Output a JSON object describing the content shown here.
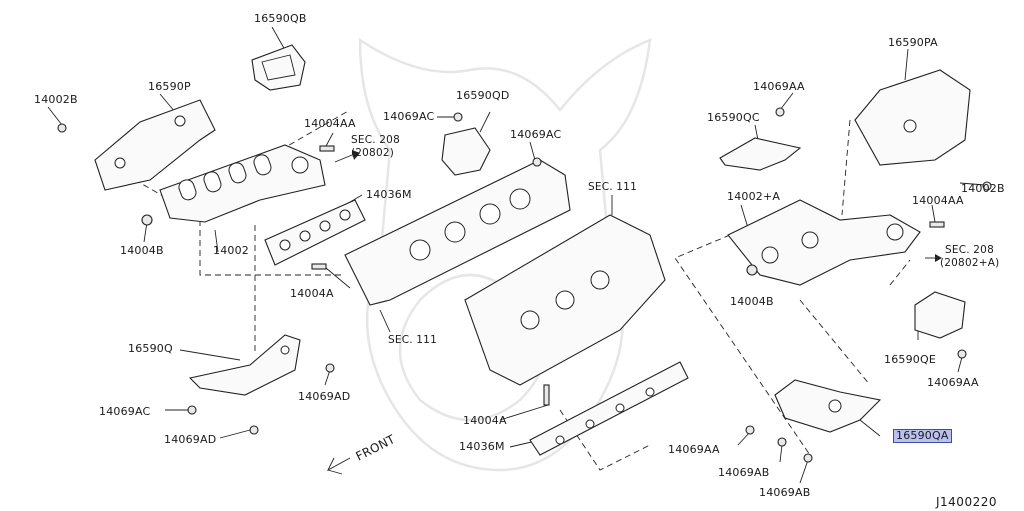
{
  "labels": {
    "l_16590QB": "16590QB",
    "l_16590P": "16590P",
    "l_14002B_left": "14002B",
    "l_14004AA_top": "14004AA",
    "l_sec208": "SEC. 208",
    "l_20802": "(20802)",
    "l_14069AC_a": "14069AC",
    "l_16590QD": "16590QD",
    "l_14069AC_b": "14069AC",
    "l_14036M_top": "14036M",
    "l_14004B_left": "14004B",
    "l_14002": "14002",
    "l_14004A_top": "14004A",
    "l_sec111_mid": "SEC. 111",
    "l_sec111_top": "SEC. 111",
    "l_16590Q": "16590Q",
    "l_14069AD_a": "14069AD",
    "l_14069AC_c": "14069AC",
    "l_14069AD_b": "14069AD",
    "l_14004A_bot": "14004A",
    "l_14036M_bot": "14036M",
    "l_front": "FRONT",
    "l_14069AA_top": "14069AA",
    "l_16590QC": "16590QC",
    "l_14002A": "14002+A",
    "l_14004B_right": "14004B",
    "l_16590PA": "16590PA",
    "l_14002B_right": "14002B",
    "l_14004AA_right": "14004AA",
    "l_sec208_r": "SEC. 208",
    "l_20802A": "(20802+A)",
    "l_16590QE": "16590QE",
    "l_14069AA_r": "14069AA",
    "l_16590QA": "16590QA",
    "l_14069AA_bot": "14069AA",
    "l_14069AB_a": "14069AB",
    "l_14069AB_b": "14069AB",
    "l_code": "J1400220"
  },
  "highlight_color": "#b9c2ee"
}
